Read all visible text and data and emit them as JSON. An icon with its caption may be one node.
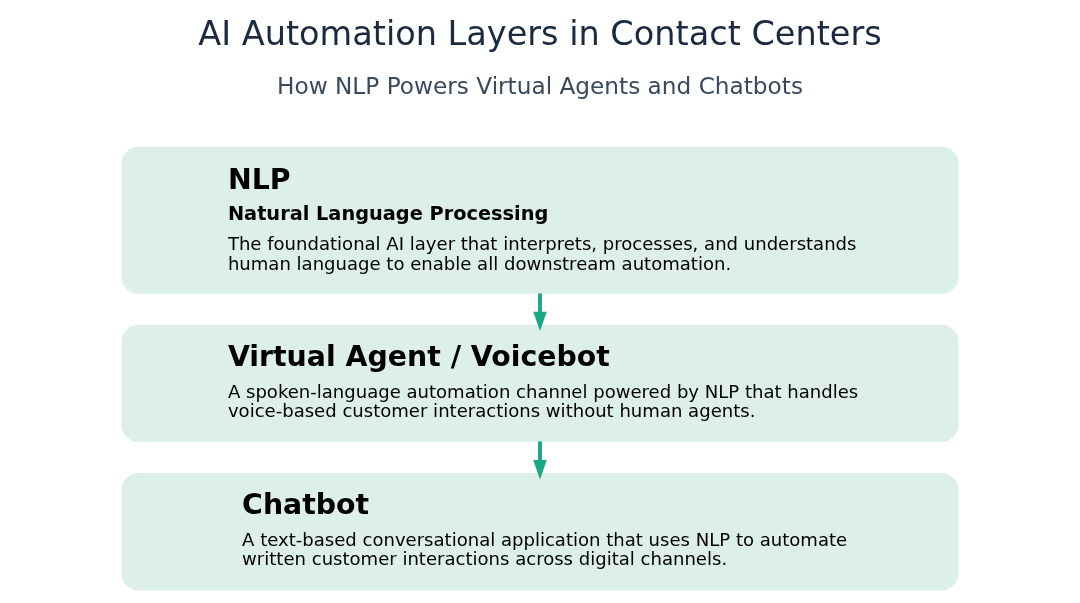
{
  "diagram": {
    "title": "AI Automation Layers in Contact Centers",
    "nodes": [
      {
        "text": [
          "NLP",
          "Natural Language Processing",
          "The foundational AI layer that interprets, processes, and understands human language to enable all downstream automation."
        ]
      },
      {
        "text": [
          "Virtual Agent / Voicebot",
          "A spoken-language automation channel powered by NLP that handles voice-based customer interactions without human agents."
        ]
      },
      {
        "text": [
          "Chatbot",
          "A text-based conversational application that uses NLP to automate written customer interactions across digital channels."
        ]
      }
    ],
    "edges": [
      {
        "from": 0,
        "to": 1,
        "arrow": "to"
      },
      {
        "from": 1,
        "to": 2,
        "arrow": "to"
      }
    ],
    "labels": [
      "How NLP Powers Virtual Agents and Chatbots"
    ]
  }
}
